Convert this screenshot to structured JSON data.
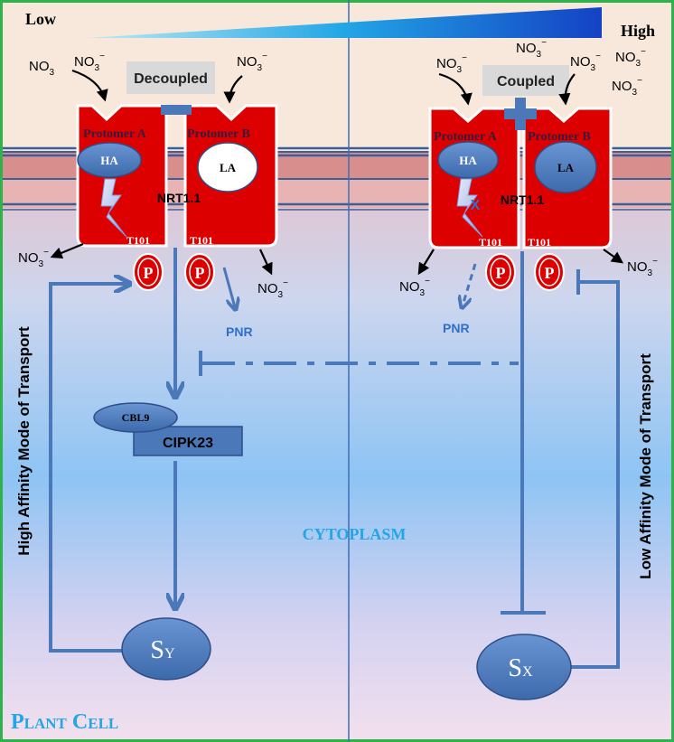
{
  "gradient": {
    "low": "Low",
    "high": "High"
  },
  "ion": {
    "base": "NO",
    "sub": "3",
    "sup": "−"
  },
  "left": {
    "state_label": "Decoupled",
    "coupling_symbol": "−",
    "protomer_a": "Protomer A",
    "protomer_b": "Protomer B",
    "site_a": "HA",
    "site_b": "LA",
    "transporter": "NRT1.1",
    "residue_a": "T101",
    "residue_b": "T101",
    "phospho": "P",
    "pnr": "PNR",
    "cbl": "CBL9",
    "cipk": "CIPK23",
    "signal_base": "S",
    "signal_sub": "Y",
    "mode": "High Affinity Mode of Transport"
  },
  "right": {
    "state_label": "Coupled",
    "coupling_symbol": "+",
    "protomer_a": "Protomer A",
    "protomer_b": "Protomer B",
    "site_a": "HA",
    "site_b": "LA",
    "transporter": "NRT1.1",
    "residue_a": "T101",
    "residue_b": "T101",
    "phospho": "P",
    "block_mark": "X",
    "pnr": "PNR",
    "signal_base": "S",
    "signal_sub": "X",
    "mode": "Low Affinity Mode of Transport"
  },
  "cytoplasm": "CYTOPLASM",
  "cell_label": "Plant Cell",
  "colors": {
    "protomer": "#dd0000",
    "accent_blue": "#4a78b8",
    "label_blue": "#22a6e6",
    "border_green": "#2db34a",
    "membrane": "#d88a8a",
    "outside_bg": "#f8e8dc"
  }
}
